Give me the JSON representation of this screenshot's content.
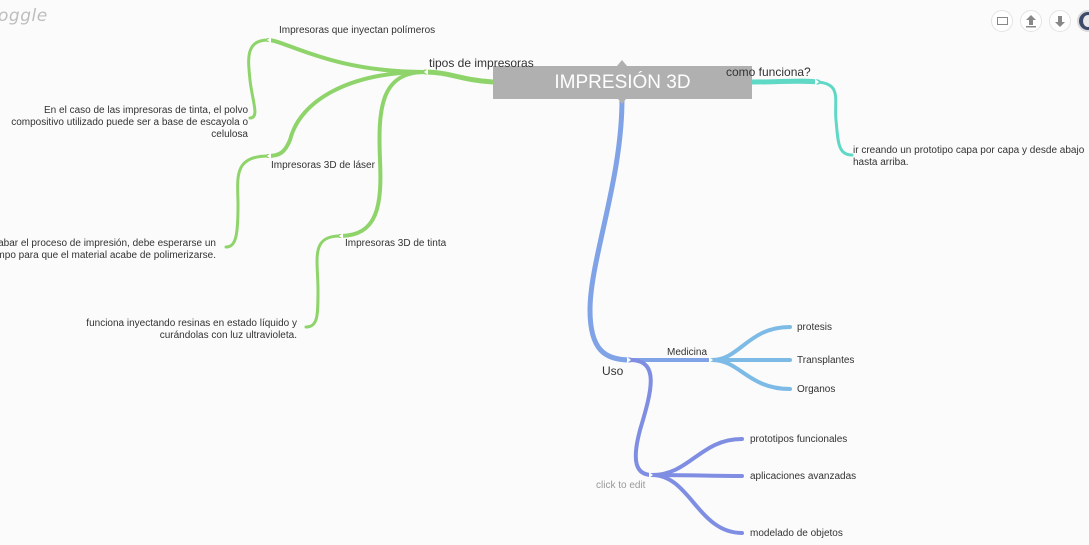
{
  "app": {
    "logo_text": "oggle"
  },
  "toolbar": {
    "present_icon": "monitor-icon",
    "upload_icon": "upload-arrow-icon",
    "download_icon": "download-arrow-icon"
  },
  "colors": {
    "root": "#b0b0b0",
    "green": "#8fd46a",
    "teal": "#5fd8c6",
    "blue": "#7fa3e6",
    "light_blue": "#7dbbe6",
    "indigo": "#7f8ee2"
  },
  "mindmap": {
    "root": "IMPRESIÓN 3D",
    "tipos": {
      "label": "tipos de impresoras",
      "polimeros": {
        "label": "Impresoras que inyectan polímeros",
        "note": [
          "En el caso de las impresoras de tinta, el polvo",
          "compositivo utilizado puede ser a base de escayola o",
          "celulosa"
        ]
      },
      "laser": {
        "label": "Impresoras 3D de láser",
        "note": [
          "acabar el proceso de impresión, debe esperarse un",
          "tiempo para que el material acabe de polimerizarse."
        ]
      },
      "tinta": {
        "label": "Impresoras 3D de tinta",
        "note": [
          "funciona inyectando resinas en estado líquido y",
          "curándolas con luz ultravioleta."
        ]
      }
    },
    "funciona": {
      "label": "como funciona?",
      "note": [
        "ir creando un prototipo capa por capa y desde abajo",
        "hasta arriba."
      ]
    },
    "uso": {
      "label": "Uso",
      "medicina": {
        "label": "Medicina",
        "children": [
          "protesis",
          "Transplantes",
          "Organos"
        ]
      },
      "edit": {
        "label": "click to edit",
        "children": [
          "prototipos funcionales",
          "aplicaciones avanzadas",
          "modelado de objetos"
        ]
      }
    }
  }
}
